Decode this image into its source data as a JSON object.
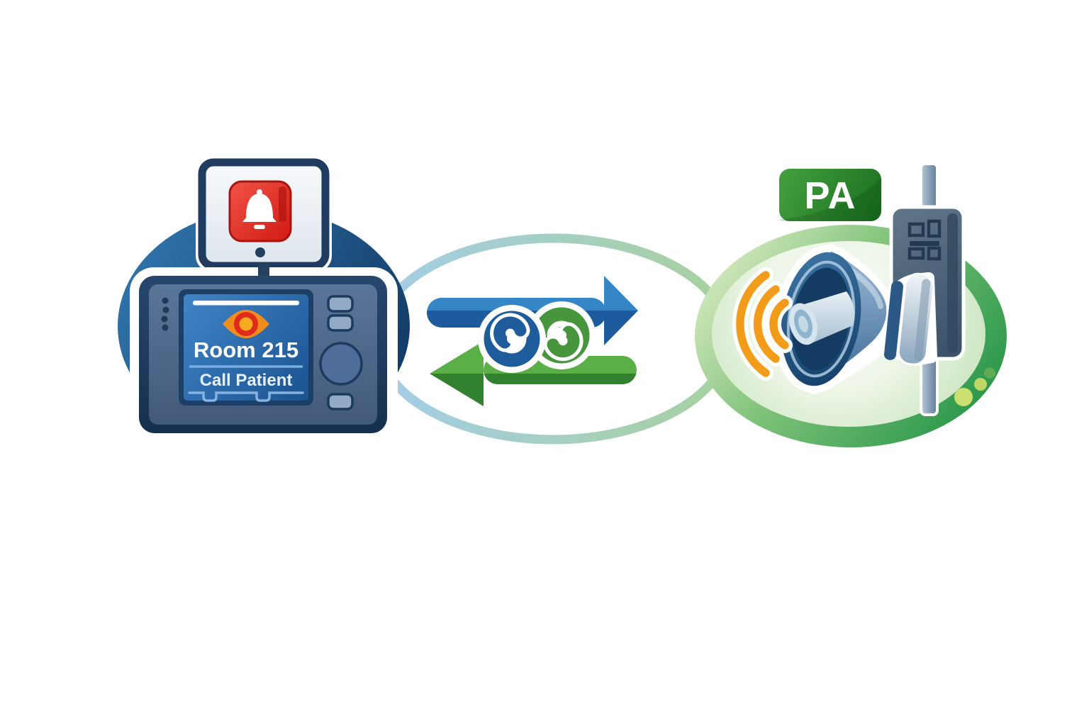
{
  "background_color": "#ffffff",
  "nurse_call_station": {
    "backdrop_color": "#2b6ba5",
    "monitor": {
      "icon": "bell-alert-icon",
      "alert_color": "#e0241c"
    },
    "screen": {
      "status_icon": "alert-eye-icon",
      "room_label": "Room 215",
      "action_label": "Call Patient",
      "screen_color": "#2a69ae"
    }
  },
  "integration_link": {
    "ring_color_left": "#a3cde8",
    "ring_color_right": "#a6d19d",
    "arrow_to_pa_color": "#2b7cbd",
    "arrow_to_station_color": "#4a9f3d",
    "infinity_left_color": "#1f5c9c",
    "infinity_right_color": "#47953c"
  },
  "pa_system": {
    "badge_label": "PA",
    "badge_color": "#2f9133",
    "zone_ring_color": "#2f9c4d",
    "sound_waves_color": "#f39c1a",
    "accent_dot_color": "#cadf70",
    "mount_icon": "mount-grid-icon",
    "speaker_icon": "megaphone-icon"
  }
}
